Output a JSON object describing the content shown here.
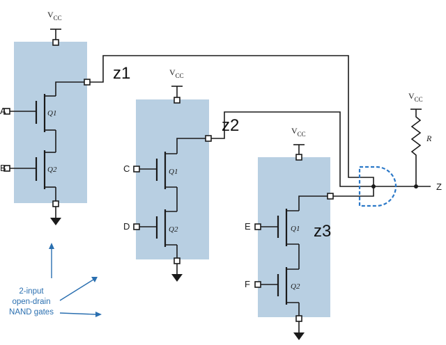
{
  "supply": {
    "vcc": "V",
    "vcc_sub": "CC"
  },
  "gates": [
    {
      "id": "g1",
      "inputs": [
        "A",
        "B"
      ],
      "transistors": [
        "Q1",
        "Q2"
      ],
      "output": "z1"
    },
    {
      "id": "g2",
      "inputs": [
        "C",
        "D"
      ],
      "transistors": [
        "Q1",
        "Q2"
      ],
      "output": "z2"
    },
    {
      "id": "g3",
      "inputs": [
        "E",
        "F"
      ],
      "transistors": [
        "Q1",
        "Q2"
      ],
      "output": "z3"
    }
  ],
  "pullup": {
    "resistor": "R"
  },
  "output": "Z",
  "note": [
    "2-input",
    "open-drain",
    "NAND gates"
  ],
  "colors": {
    "panel": "#b8cfe2",
    "wire": "#1a1a1a",
    "annotation": "#2a6fb0",
    "wired_and": "#2a78c8"
  }
}
